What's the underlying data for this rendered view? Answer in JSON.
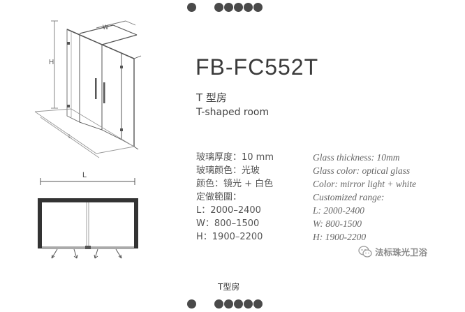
{
  "model": "FB-FC552T",
  "subtitle": {
    "cn": "T 型房",
    "en": "T-shaped room"
  },
  "specs_cn": [
    "玻璃厚度：10 mm",
    "玻璃颜色：光玻",
    "颜色：镜光 + 白色",
    "定做範圍：",
    "L：2000–2400",
    "W：800–1500",
    "H：1900–2200"
  ],
  "specs_en": [
    "Glass thickness: 10mm",
    "Glass color: optical glass",
    "Color: mirror light + white",
    "Customized range:",
    "L: 2000-2400",
    "W: 800-1500",
    "H: 1900-2200"
  ],
  "diagram_labels": {
    "height": "H",
    "width": "W",
    "length_iso": "L",
    "length_plan": "L"
  },
  "watermark": "法标珠光卫浴",
  "caption": "T型房",
  "icons": {
    "watermark": "wechat-icon"
  },
  "colors": {
    "dot": "#4a4a4a",
    "text": "#444444"
  }
}
